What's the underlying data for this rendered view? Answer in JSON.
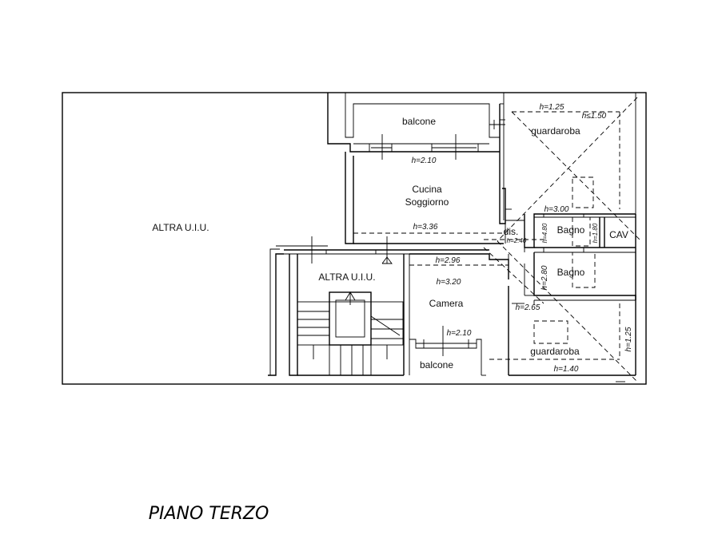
{
  "title": "PIANO TERZO",
  "rooms": {
    "altra_uiu_left": "ALTRA U.I.U.",
    "altra_uiu_stair": "ALTRA U.I.U.",
    "balcone_top": "balcone",
    "guardaroba_top": "guardaroba",
    "cucina": "Cucina",
    "soggiorno": "Soggiorno",
    "dis": "dis.",
    "bagno_1": "Bagno",
    "cav": "CAV",
    "bagno_2": "Bagno",
    "camera": "Camera",
    "guardaroba_bottom": "guardaroba",
    "balcone_bottom": "balcone"
  },
  "heights": {
    "h_1_25_top": "h=1.25",
    "h_1_50": "h≤1.50",
    "h_2_10_top": "h=2.10",
    "h_3_00": "h=3.00",
    "h_3_36": "h=3.36",
    "h_2_40": "h=2.40",
    "h_4_80": "h=4.80",
    "h_1_80": "h=1.80",
    "h_2_96": "h=2.96",
    "h_3_20": "h=3.20",
    "h_2_80": "h=2.80",
    "h_2_65": "h=2.65",
    "h_2_10_bottom": "h=2.10",
    "h_1_25_right": "h=1.25",
    "h_1_40": "h=1.40"
  }
}
